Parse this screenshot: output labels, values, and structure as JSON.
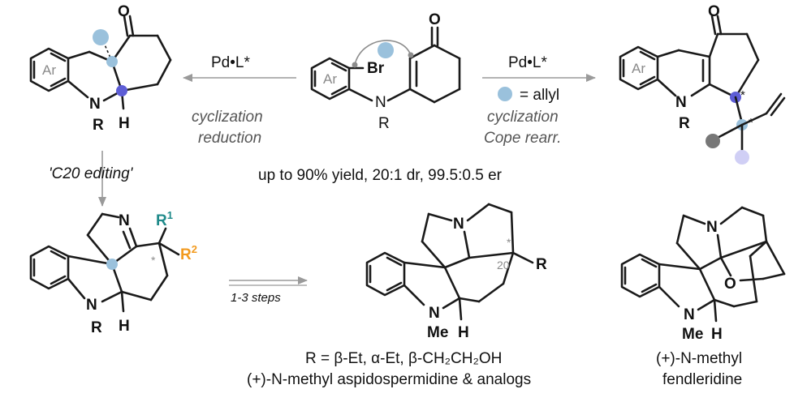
{
  "colors": {
    "allyl": "#9ac1dc",
    "reduction": "#5e5ed6",
    "grey_sub": "#777777",
    "lilac_sub": "#d0cff5",
    "r1": "#1f8a8a",
    "r2": "#f29a1e",
    "arrow": "#9a9a9a"
  },
  "atoms": {
    "ar": "Ar",
    "n": "N",
    "r": "R",
    "h": "H",
    "o": "O",
    "br": "Br",
    "me": "Me",
    "r1_base": "R",
    "r1_sup": "1",
    "r2_base": "R",
    "r2_sup": "2",
    "stereo_star": "*",
    "c20": "20"
  },
  "left_arrow": {
    "reagent": "Pd•L*",
    "cond1": "cyclization",
    "cond2": "reduction"
  },
  "right_arrow": {
    "reagent": "Pd•L*",
    "allyl_legend": "= allyl",
    "cond1": "cyclization",
    "cond2": "Cope rearr."
  },
  "down_arrow": {
    "label": "'C20 editing'"
  },
  "summary": "up to 90% yield, 20:1 dr, 99.5:0.5 er",
  "steps_arrow": {
    "label": "1-3 steps"
  },
  "products": {
    "r_line": "R = β-Et, α-Et, β-CH₂CH₂OH",
    "aspido_name": "(+)-N-methyl aspidospermidine & analogs",
    "fend_line1": "(+)-N-methyl",
    "fend_line2": "fendleridine"
  }
}
